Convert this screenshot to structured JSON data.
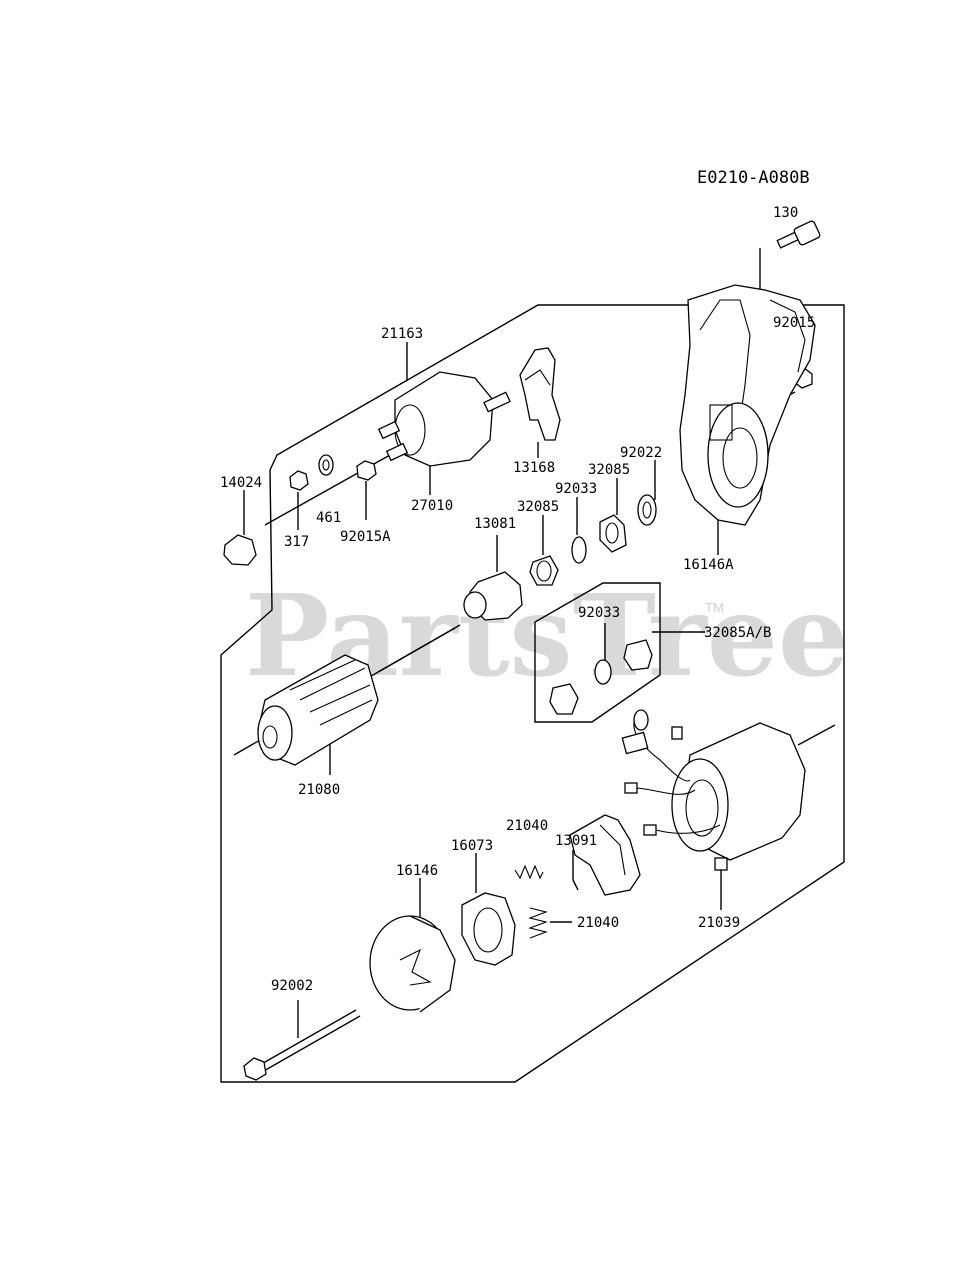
{
  "diagram_code": "E0210-A080B",
  "watermark": "PartsTree",
  "trademark": "TM",
  "labels": {
    "p130": "130",
    "p21163": "21163",
    "p92015": "92015",
    "p13168": "13168",
    "p92022": "92022",
    "p32085_top": "32085",
    "p92033_top": "92033",
    "p14024": "14024",
    "p27010": "27010",
    "p32085_mid": "32085",
    "p461": "461",
    "p317": "317",
    "p92015A": "92015A",
    "p13081": "13081",
    "p16146A": "16146A",
    "p92033_box": "92033",
    "p32085AB": "32085A/B",
    "p21080": "21080",
    "p13091": "13091",
    "p21040_a": "21040",
    "p16073": "16073",
    "p16146": "16146",
    "p21040_b": "21040",
    "p21039": "21039",
    "p92002": "92002"
  }
}
